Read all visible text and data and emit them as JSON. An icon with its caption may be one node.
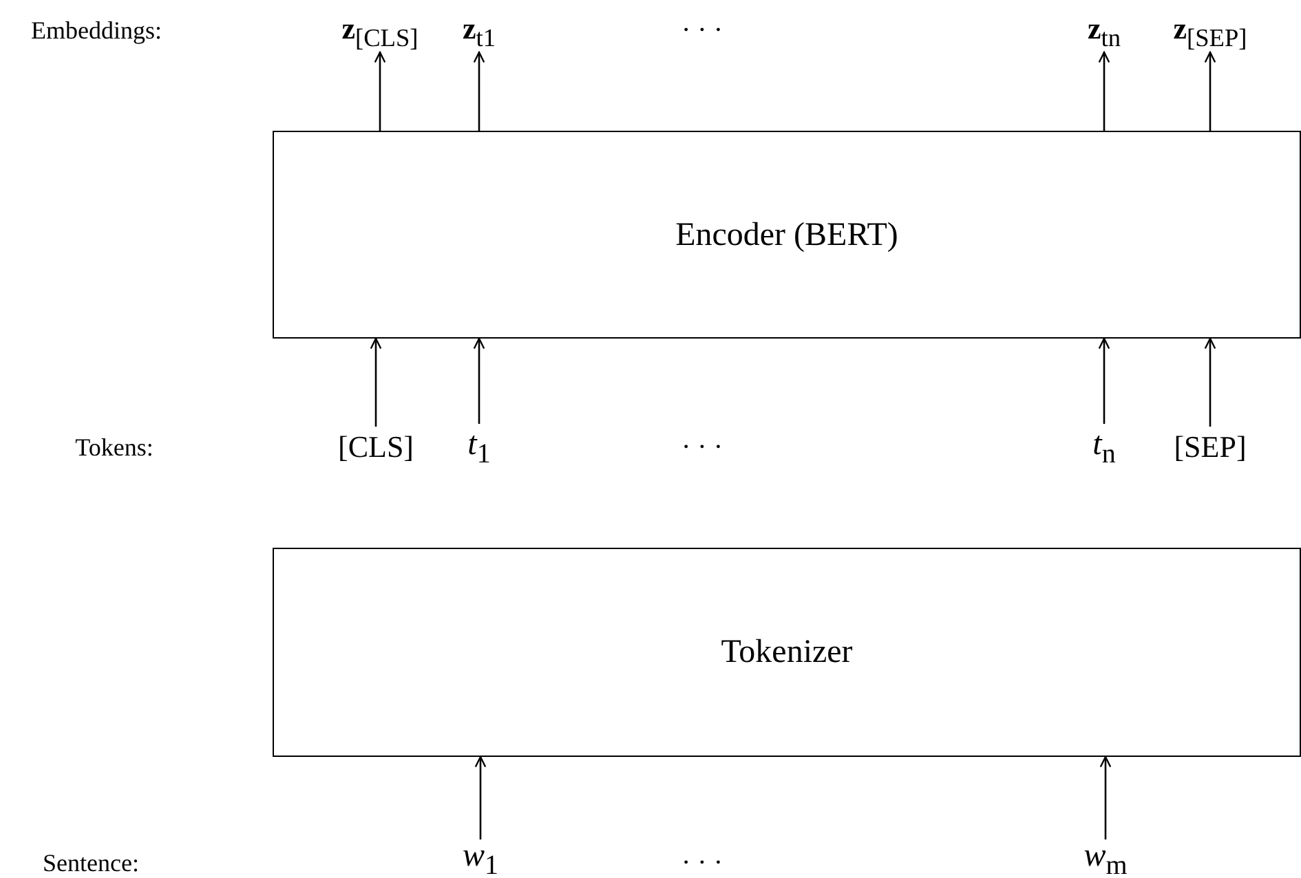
{
  "diagram": {
    "nodes": [
      {
        "text": [
          "Encoder (BERT)"
        ]
      },
      {
        "text": [
          "Tokenizer"
        ]
      },
      {
        "text": [
          "**z**$_{[CLS]}$"
        ]
      },
      {
        "text": [
          "**z**$_{t}$$_{1}$"
        ]
      },
      {
        "text": [
          "**z**$_{t}$$_{n}$"
        ]
      },
      {
        "text": [
          "**z**$_{[SEP]}$"
        ]
      },
      {
        "text": [
          "[CLS]"
        ]
      },
      {
        "text": [
          "*t*$_{1}$"
        ]
      },
      {
        "text": [
          "*t*$_{n}$"
        ]
      },
      {
        "text": [
          "[SEP]"
        ]
      },
      {
        "text": [
          "*w*$_{1}$"
        ]
      },
      {
        "text": [
          "*w*$_{m}$"
        ]
      }
    ],
    "edges": [
      {
        "from": 0,
        "to": 2,
        "arrow": "to"
      },
      {
        "from": 0,
        "to": 3,
        "arrow": "to"
      },
      {
        "from": 0,
        "to": 4,
        "arrow": "to"
      },
      {
        "from": 0,
        "to": 5,
        "arrow": "to"
      },
      {
        "from": 6,
        "to": 0,
        "arrow": "to"
      },
      {
        "from": 7,
        "to": 0,
        "arrow": "to"
      },
      {
        "from": 8,
        "to": 0,
        "arrow": "to"
      },
      {
        "from": 9,
        "to": 0,
        "arrow": "to"
      },
      {
        "from": 10,
        "to": 1,
        "arrow": "to"
      },
      {
        "from": 11,
        "to": 1,
        "arrow": "to"
      }
    ],
    "labels": [
      "Embeddings:",
      "· · ·",
      "Tokens:",
      "· · ·",
      "Sentence:",
      "· · ·"
    ]
  }
}
